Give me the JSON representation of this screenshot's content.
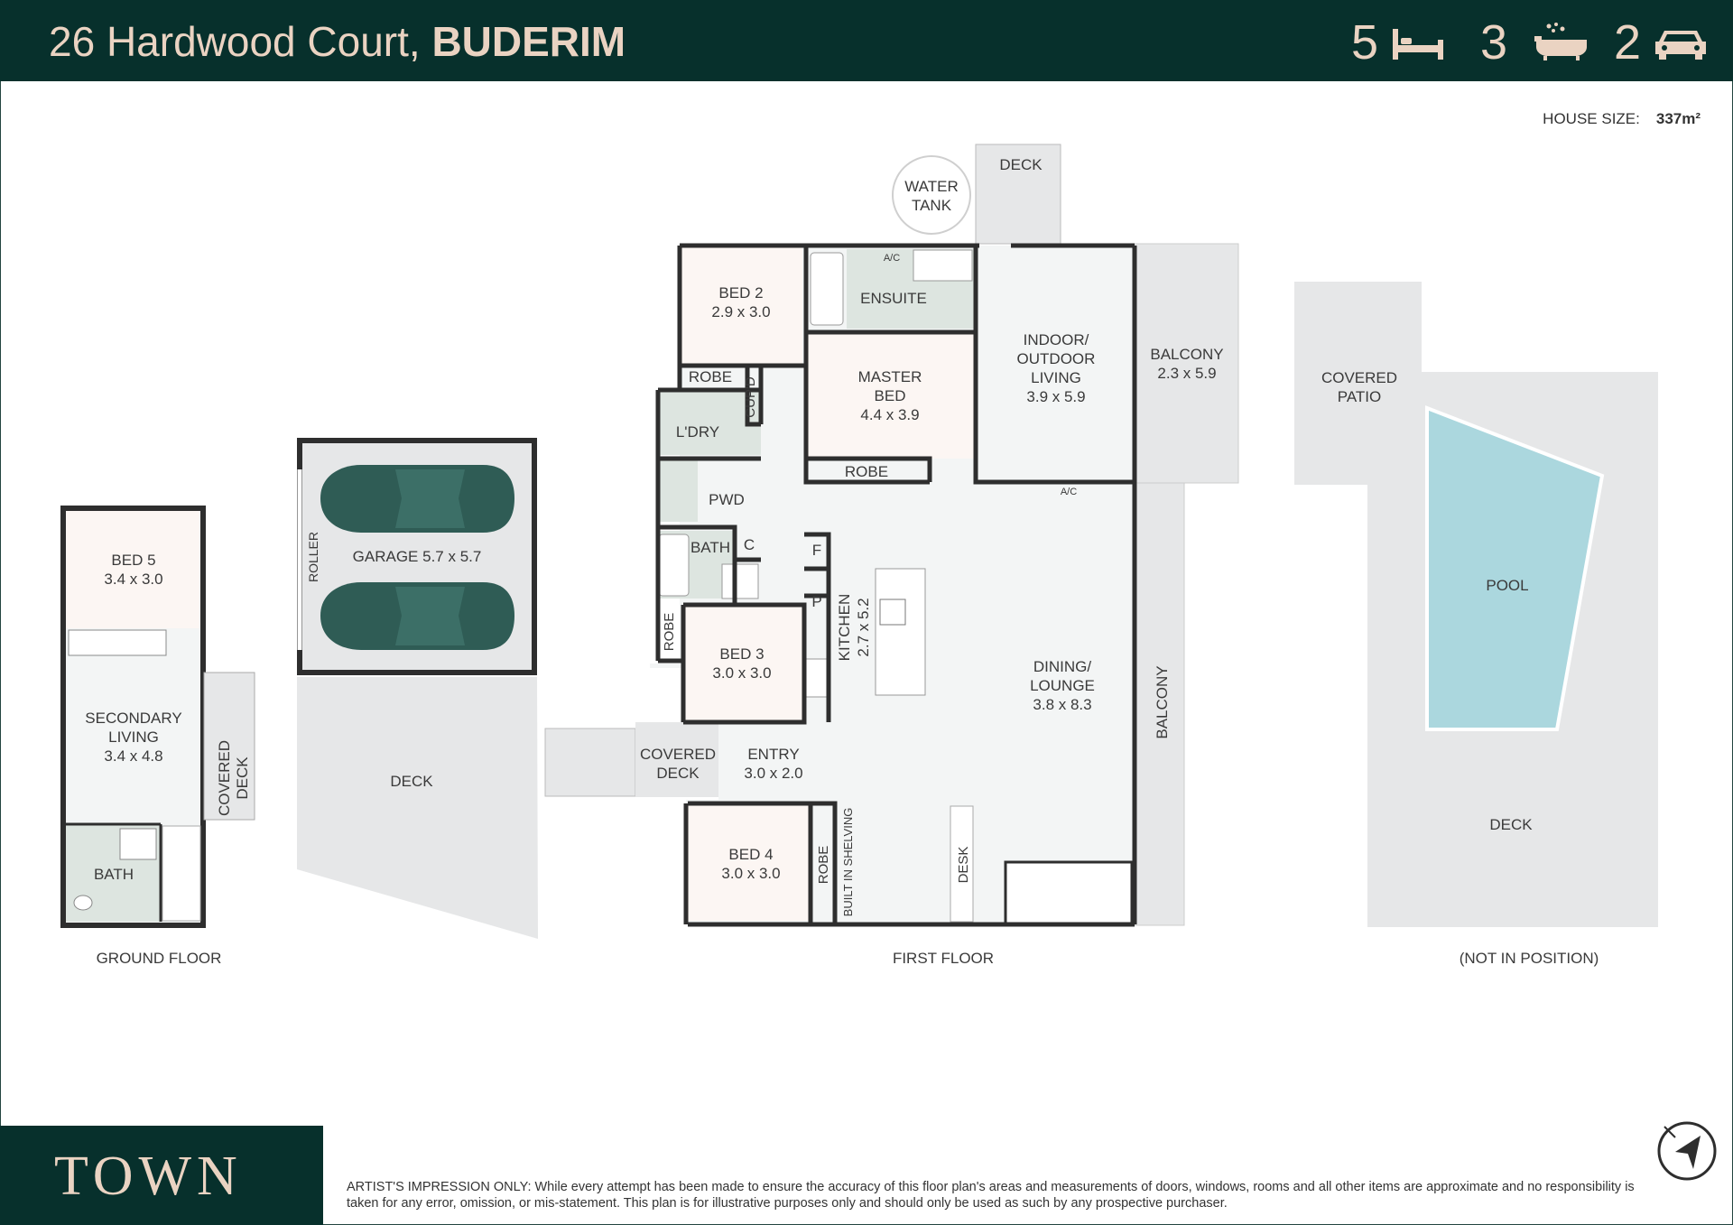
{
  "header": {
    "address_street": "26 Hardwood Court,",
    "address_suburb": "BUDERIM",
    "bedrooms": "5",
    "bathrooms": "3",
    "car_spaces": "2",
    "bed_icon": "bed-icon",
    "bath_icon": "bathtub-icon",
    "car_icon": "car-icon"
  },
  "house_size": {
    "label": "HOUSE SIZE:",
    "value": "337m²"
  },
  "colors": {
    "header_bg": "#07302c",
    "accent_text": "#ead3c2",
    "bedroom_fill": "#fcf6f3",
    "wet_area_fill": "#dde5e0",
    "living_fill": "#f3f5f5",
    "outdoor_fill": "#e6e7e8",
    "pool_fill": "#abd7de",
    "car_fill": "#2f5c55",
    "wall": "#2e2e2e"
  },
  "ground_floor": {
    "caption": "GROUND FLOOR",
    "rooms": {
      "bed5": {
        "name": "BED 5",
        "size": "3.4 x 3.0"
      },
      "secondary_living": {
        "line1": "SECONDARY",
        "line2": "LIVING",
        "size": "3.4 x 4.8"
      },
      "bath": {
        "name": "BATH"
      },
      "covered_deck": {
        "line1": "COVERED",
        "line2": "DECK"
      },
      "garage": {
        "name": "GARAGE 5.7 x 5.7"
      },
      "roller": {
        "name": "ROLLER"
      },
      "deck": {
        "name": "DECK"
      }
    }
  },
  "first_floor": {
    "caption": "FIRST FLOOR",
    "rooms": {
      "water_tank": {
        "line1": "WATER",
        "line2": "TANK"
      },
      "top_deck": {
        "name": "DECK"
      },
      "bed2": {
        "name": "BED 2",
        "size": "2.9 x 3.0"
      },
      "ensuite": {
        "name": "ENSUITE"
      },
      "ensuite_ac": {
        "name": "A/C"
      },
      "robe_bed2": {
        "name": "ROBE"
      },
      "cupd": {
        "name": "CUP'D"
      },
      "laundry": {
        "name": "L'DRY"
      },
      "pwd": {
        "name": "PWD"
      },
      "bath": {
        "name": "BATH"
      },
      "c": {
        "name": "C"
      },
      "f": {
        "name": "F"
      },
      "p": {
        "name": "P"
      },
      "master_bed": {
        "line1": "MASTER",
        "line2": "BED",
        "size": "4.4 x 3.9"
      },
      "robe_master": {
        "name": "ROBE"
      },
      "indoor_outdoor": {
        "line1": "INDOOR/",
        "line2": "OUTDOOR",
        "line3": "LIVING",
        "size": "3.9 x 5.9"
      },
      "balcony_top": {
        "name": "BALCONY",
        "size": "2.3 x 5.9"
      },
      "dining_ac": {
        "name": "A/C"
      },
      "robe_bed3": {
        "name": "ROBE"
      },
      "bed3": {
        "name": "BED 3",
        "size": "3.0 x 3.0"
      },
      "kitchen": {
        "name": "KITCHEN",
        "size": "2.7 x 5.2"
      },
      "dining": {
        "line1": "DINING/",
        "line2": "LOUNGE",
        "size": "3.8 x 8.3"
      },
      "balcony_side": {
        "name": "BALCONY"
      },
      "covered_deck": {
        "line1": "COVERED",
        "line2": "DECK"
      },
      "entry": {
        "name": "ENTRY",
        "size": "3.0 x 2.0"
      },
      "bed4": {
        "name": "BED 4",
        "size": "3.0 x 3.0"
      },
      "robe_bed4": {
        "name": "ROBE"
      },
      "shelving": {
        "name": "BUILT IN SHELVING"
      },
      "desk": {
        "name": "DESK"
      }
    }
  },
  "outdoor": {
    "caption": "(NOT IN POSITION)",
    "covered_patio": {
      "line1": "COVERED",
      "line2": "PATIO"
    },
    "pool": {
      "name": "POOL"
    },
    "deck": {
      "name": "DECK"
    }
  },
  "footer": {
    "brand": "TOWN",
    "disclaimer": "ARTIST'S IMPRESSION ONLY: While every attempt has been made to ensure the accuracy of this floor plan's areas and measurements of doors, windows, rooms and all other items are approximate and no responsibility is taken for any error, omission, or mis-statement. This plan is for illustrative purposes only and should only be used as such by any prospective purchaser.",
    "compass_icon": "north-arrow-icon"
  }
}
